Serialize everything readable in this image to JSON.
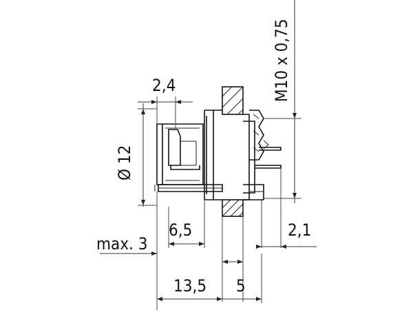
{
  "dimensions": {
    "thread": "M10 x 0,75",
    "dim_2_4": "2,4",
    "diameter": "Ø 12",
    "dim_6_5": "6,5",
    "max_3": "max. 3",
    "dim_2_1": "2,1",
    "dim_13_5": "13,5",
    "dim_5": "5"
  }
}
